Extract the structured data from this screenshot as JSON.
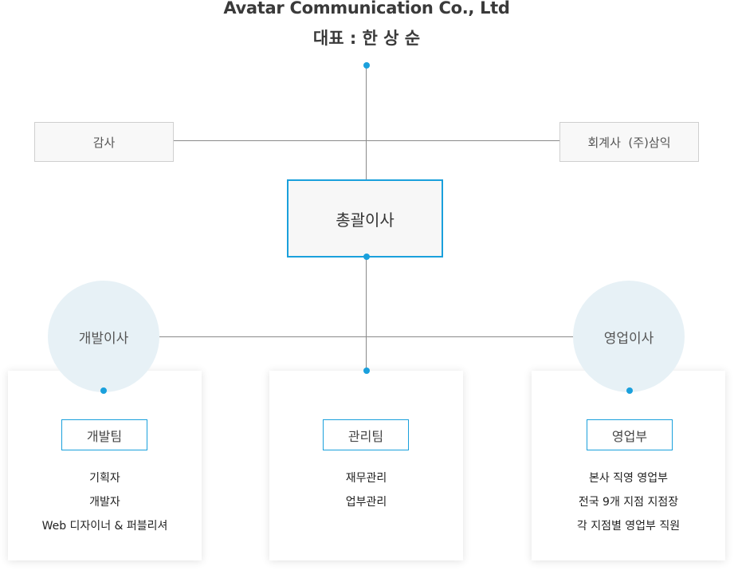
{
  "header": {
    "company": "Avatar Communication Co., Ltd",
    "ceo": "대표 : 한 상 순"
  },
  "audit": {
    "label": "감사"
  },
  "accounting": {
    "label": "회계사  (주)삼익"
  },
  "general_director": {
    "label": "총괄이사"
  },
  "dev_director": {
    "label": "개발이사"
  },
  "sales_director": {
    "label": "영업이사"
  },
  "cards": [
    {
      "team": "개발팀",
      "items": [
        "기획자",
        "개발자",
        "Web 디자이너 & 퍼블리셔"
      ]
    },
    {
      "team": "관리팀",
      "items": [
        "재무관리",
        "업부관리"
      ]
    },
    {
      "team": "영업부",
      "items": [
        "본사 직영 영업부",
        "전국 9개 지점 지점장",
        "각 지점별 영업부 직원"
      ]
    }
  ],
  "colors": {
    "accent": "#1aa0dc",
    "circle_fill": "#e7f1f6",
    "line": "#8a8a8a"
  }
}
